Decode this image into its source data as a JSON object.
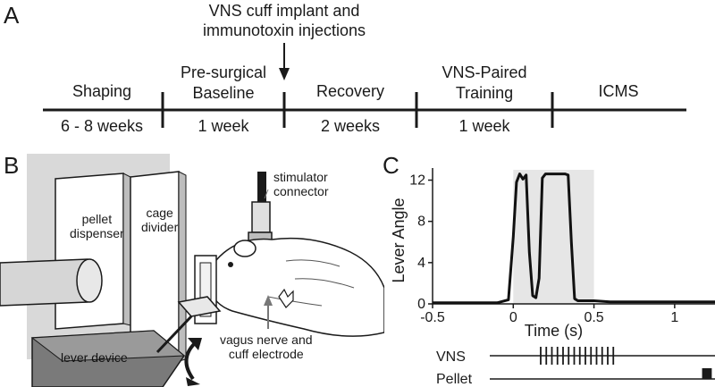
{
  "panel_a": {
    "letter": "A",
    "annotation_line1": "VNS cuff implant and",
    "annotation_line2": "immunotoxin injections",
    "phases": [
      {
        "label": "Shaping",
        "duration": "6 - 8 weeks"
      },
      {
        "label": "Pre-surgical\nBaseline",
        "duration": "1 week"
      },
      {
        "label": "Recovery",
        "duration": "2 weeks"
      },
      {
        "label": "VNS-Paired\nTraining",
        "duration": "1 week"
      },
      {
        "label": "ICMS",
        "duration": ""
      }
    ]
  },
  "panel_b": {
    "letter": "B",
    "labels": {
      "pellet_dispenser": "pellet\ndispenser",
      "cage_divider": "cage\ndivider",
      "stimulator_connector": "stimulator\nconnector",
      "lever_device": "lever device",
      "vagus_nerve": "vagus nerve and\ncuff electrode"
    }
  },
  "panel_c": {
    "letter": "C",
    "vns_label": "VNS",
    "pellet_label": "Pellet"
  },
  "chart_data": {
    "type": "line",
    "xlabel": "Time (s)",
    "ylabel": "Lever Angle",
    "xlim": [
      -0.5,
      1.25
    ],
    "ylim": [
      0,
      13
    ],
    "xticks": [
      -0.5,
      0,
      0.5,
      1
    ],
    "xtick_labels": [
      "-0.5",
      "0",
      "0.5",
      "1"
    ],
    "yticks": [
      0,
      4,
      8,
      12
    ],
    "yticklabels": [
      "0",
      "4",
      "8",
      "12"
    ],
    "shaded_region": [
      0,
      0.5
    ],
    "series": [
      {
        "x": [
          -0.5,
          -0.1,
          -0.03,
          0.0,
          0.02,
          0.04,
          0.06,
          0.08,
          0.1,
          0.12,
          0.14,
          0.16,
          0.18,
          0.2,
          0.22,
          0.24,
          0.26,
          0.28,
          0.3,
          0.32,
          0.34,
          0.36,
          0.38,
          0.4,
          0.42,
          0.45,
          0.5,
          0.6,
          1.25
        ],
        "y": [
          0.1,
          0.1,
          0.4,
          6.5,
          11.8,
          12.6,
          12.1,
          12.5,
          5.0,
          0.8,
          0.6,
          2.5,
          12.2,
          12.6,
          12.6,
          12.6,
          12.6,
          12.6,
          12.6,
          12.6,
          12.5,
          6.0,
          0.5,
          0.3,
          0.3,
          0.3,
          0.3,
          0.2,
          0.2
        ]
      }
    ],
    "vns_pulses": {
      "start": 0.17,
      "end": 0.62,
      "count": 14
    },
    "pellet": {
      "start": 1.17,
      "end": 1.23
    }
  }
}
